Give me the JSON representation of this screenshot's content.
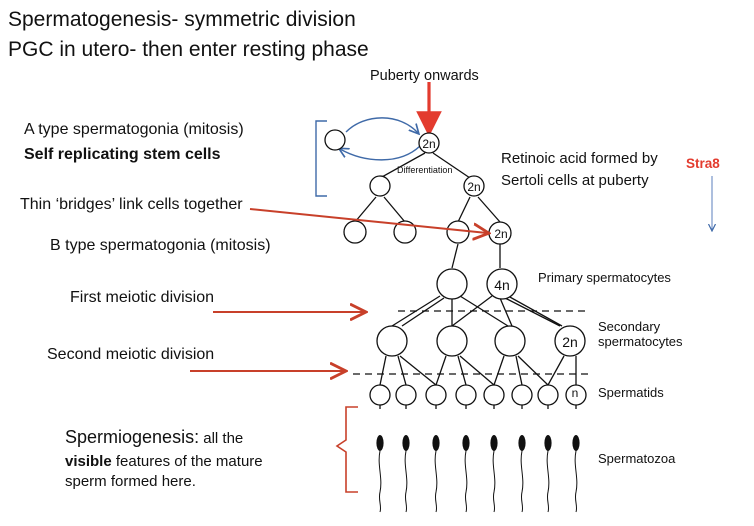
{
  "title": {
    "line1": "Spermatogenesis- symmetric division",
    "line2": "PGC in utero- then enter resting phase"
  },
  "puberty_label": "Puberty onwards",
  "a_type": {
    "line1": "A type spermatogonia  (mitosis)",
    "line2": "Self replicating stem cells"
  },
  "retinoic": {
    "line1": "Retinoic acid formed by",
    "line2": "Sertoli cells at puberty",
    "gene": "Stra8"
  },
  "differentiation_label": "Differentiation",
  "bridges_label": "Thin ‘bridges’ link cells together",
  "b_type_label": "B type spermatogonia  (mitosis)",
  "first_meiotic_label": "First meiotic division",
  "second_meiotic_label": "Second meiotic division",
  "spermiogenesis": {
    "heading": "Spermiogenesis:",
    "rest_line1": " all the",
    "bold_word": "visible",
    "rest_line2": " features of the mature",
    "line3": "sperm formed here."
  },
  "stage_labels": {
    "primary": "Primary spermatocytes",
    "secondary_line1": "Secondary",
    "secondary_line2": "spermatocytes",
    "spermatids": "Spermatids",
    "spermatozoa": "Spermatozoa"
  },
  "cell_labels": {
    "stem": "2n",
    "spermatogonium": "2n",
    "b_type": "2n",
    "primary": "4n",
    "secondary": "2n",
    "spermatid": "n"
  },
  "colors": {
    "red_arrow": "#e33b2e",
    "orange_arrow": "#c8402a",
    "blue_curve": "#3f6aa8",
    "gene_label": "#e33b2e"
  }
}
